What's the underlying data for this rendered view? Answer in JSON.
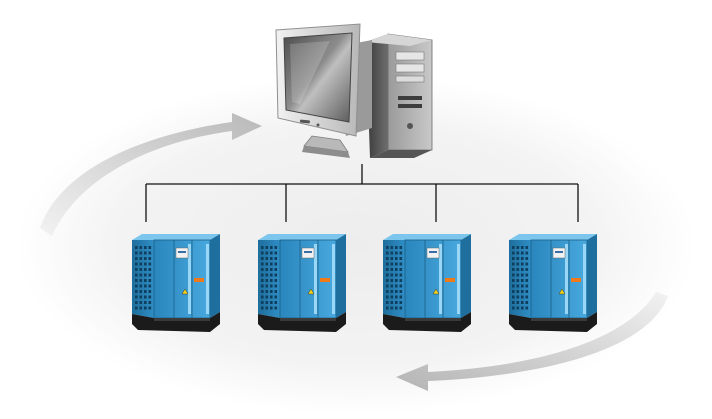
{
  "diagram": {
    "controller": {
      "kind": "desktop-computer",
      "parts": [
        "crt-monitor",
        "tower-case"
      ]
    },
    "units": [
      {
        "kind": "air-compressor",
        "badge_text": ""
      },
      {
        "kind": "air-compressor",
        "badge_text": ""
      },
      {
        "kind": "air-compressor",
        "badge_text": ""
      },
      {
        "kind": "air-compressor",
        "badge_text": ""
      }
    ],
    "connection": "tree",
    "arrows": [
      {
        "kind": "curved-arrow",
        "direction": "clockwise-top"
      },
      {
        "kind": "curved-arrow",
        "direction": "clockwise-bottom"
      }
    ],
    "colors": {
      "background": "#ffffff",
      "glow": "#e9e9e9",
      "arrow": "#c4c4c4",
      "line": "#111111",
      "unit_body": "#2f95cf",
      "unit_dark": "#1a5f86",
      "unit_light": "#7cc6ee",
      "unit_base": "#1b1b1b",
      "monitor_frame": "#dcdcdc",
      "tower": "#8a8a8a"
    }
  }
}
